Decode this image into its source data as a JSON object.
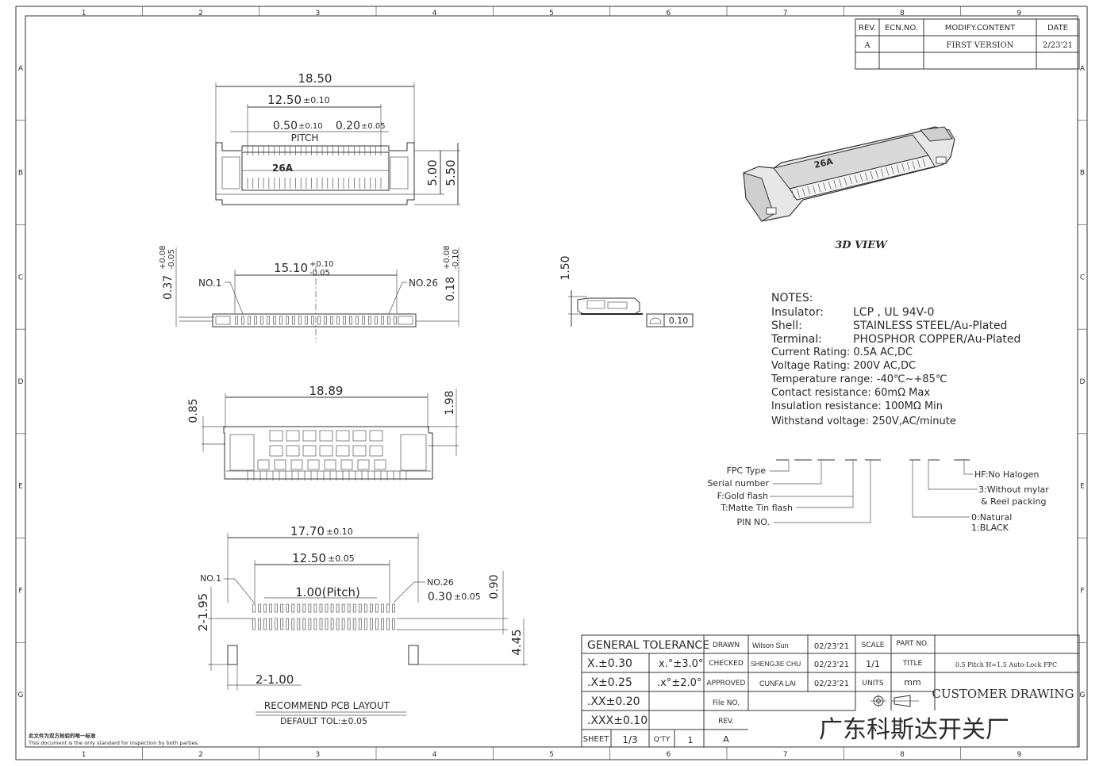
{
  "border": {
    "col_labels": [
      "1",
      "2",
      "3",
      "4",
      "5",
      "6",
      "7",
      "8",
      "9"
    ],
    "row_labels": [
      "A",
      "B",
      "C",
      "D",
      "E",
      "F",
      "G"
    ]
  },
  "revision": {
    "headers": [
      "REV.",
      "ECN.NO.",
      "MODIFY.CONTENT",
      "DATE"
    ],
    "row": {
      "rev": "A",
      "ecn": "",
      "content": "FIRST VERSION",
      "date": "2/23'21"
    }
  },
  "top_view": {
    "dim_total": "18.50",
    "dim_span": "12.50",
    "dim_span_tol": "±0.10",
    "dim_pitch": "0.50",
    "dim_pitch_tol": "±0.10",
    "dim_width": "0.20",
    "dim_width_tol": "±0.05",
    "pitch_label": "PITCH",
    "part_mark": "26A",
    "dim_h1": "5.00",
    "dim_h2": "5.50"
  },
  "front_view": {
    "left_dim": "0.37",
    "left_tol_plus": "+0.08",
    "left_tol_minus": "-0.05",
    "span": "15.10",
    "span_tol_plus": "+0.10",
    "span_tol_minus": "-0.05",
    "right_dim": "0.18",
    "right_tol_plus": "+0.08",
    "right_tol_minus": "-0.10",
    "pin1": "NO.1",
    "pin26": "NO.26"
  },
  "side_view": {
    "height": "1.50",
    "flatness": "0.10"
  },
  "bottom_view": {
    "width": "18.89",
    "left_dim": "0.85",
    "right_dim": "1.98"
  },
  "pcb_layout": {
    "total": "17.70",
    "total_tol": "±0.10",
    "span": "12.50",
    "span_tol": "±0.05",
    "pitch": "1.00(Pitch)",
    "pad_w": "0.30",
    "pad_w_tol": "±0.05",
    "pad_h": "0.90",
    "pin1": "NO.1",
    "pin26": "NO.26",
    "left_h": "2-1.95",
    "mount": "2-1.00",
    "right_h": "4.45",
    "title": "RECOMMEND PCB LAYOUT",
    "tol": "DEFAULT TOL:±0.05"
  },
  "view3d": {
    "caption": "3D VIEW",
    "mark": "26A"
  },
  "notes": {
    "title": "NOTES:",
    "rows": [
      {
        "k": "Insulator:",
        "v": "LCP , UL 94V-0"
      },
      {
        "k": "Shell:",
        "v": "STAINLESS STEEL/Au-Plated"
      },
      {
        "k": "Terminal:",
        "v": "PHOSPHOR COPPER/Au-Plated"
      }
    ],
    "lines": [
      "Current Rating: 0.5A AC,DC",
      "Voltage Rating: 200V AC,DC",
      "Temperature range: -40℃~+85℃",
      "Contact resistance: 60mΩ Max",
      "Insulation resistance: 100MΩ Min",
      "Withstand voltage: 250V,AC/minute"
    ]
  },
  "partcode": {
    "left": [
      "FPC Type",
      "Serial number",
      "F:Gold flash",
      "T:Matte Tin flash",
      "PIN NO."
    ],
    "right": [
      "HF:No Halogen",
      "3:Without mylar",
      "& Reel packing",
      "0:Natural",
      "1:BLACK"
    ]
  },
  "title_block": {
    "gt": "GENERAL TOLERANCE",
    "tol": [
      {
        "a": "X.±0.30",
        "b": "x.°±3.0°"
      },
      {
        "a": ".X±0.25",
        "b": ".x°±2.0°"
      },
      {
        "a": ".XX±0.20",
        "b": ""
      },
      {
        "a": ".XXX±0.10",
        "b": ""
      }
    ],
    "drawn_label": "DRAWN",
    "drawn_name": "Wilson Sun",
    "drawn_date": "02/23'21",
    "checked_label": "CHECKED",
    "checked_name": "SHENGJIE CHU",
    "checked_date": "02/23'21",
    "approved_label": "APPROVED",
    "approved_name": "CUNFA LAI",
    "approved_date": "02/23'21",
    "file_label": "File NO.",
    "rev_label": "REV.",
    "rev": "A",
    "scale_label": "SCALE",
    "scale": "1/1",
    "title_label": "TITLE",
    "units_label": "UNITS",
    "units": "mm",
    "part_label": "PART NO.",
    "part_title": "0.5 Pitch H=1.5 Auto-Lock FPC",
    "doc_type": "CUSTOMER DRAWING",
    "company": "广东科斯达开关厂",
    "sheet_label": "SHEET",
    "sheet": "1/3",
    "qty_label": "Q'TY",
    "qty": "1"
  },
  "footnote": {
    "cn": "此文件为双方检验的唯一标准",
    "en": "This document is the only standard for inspection by both parties."
  }
}
